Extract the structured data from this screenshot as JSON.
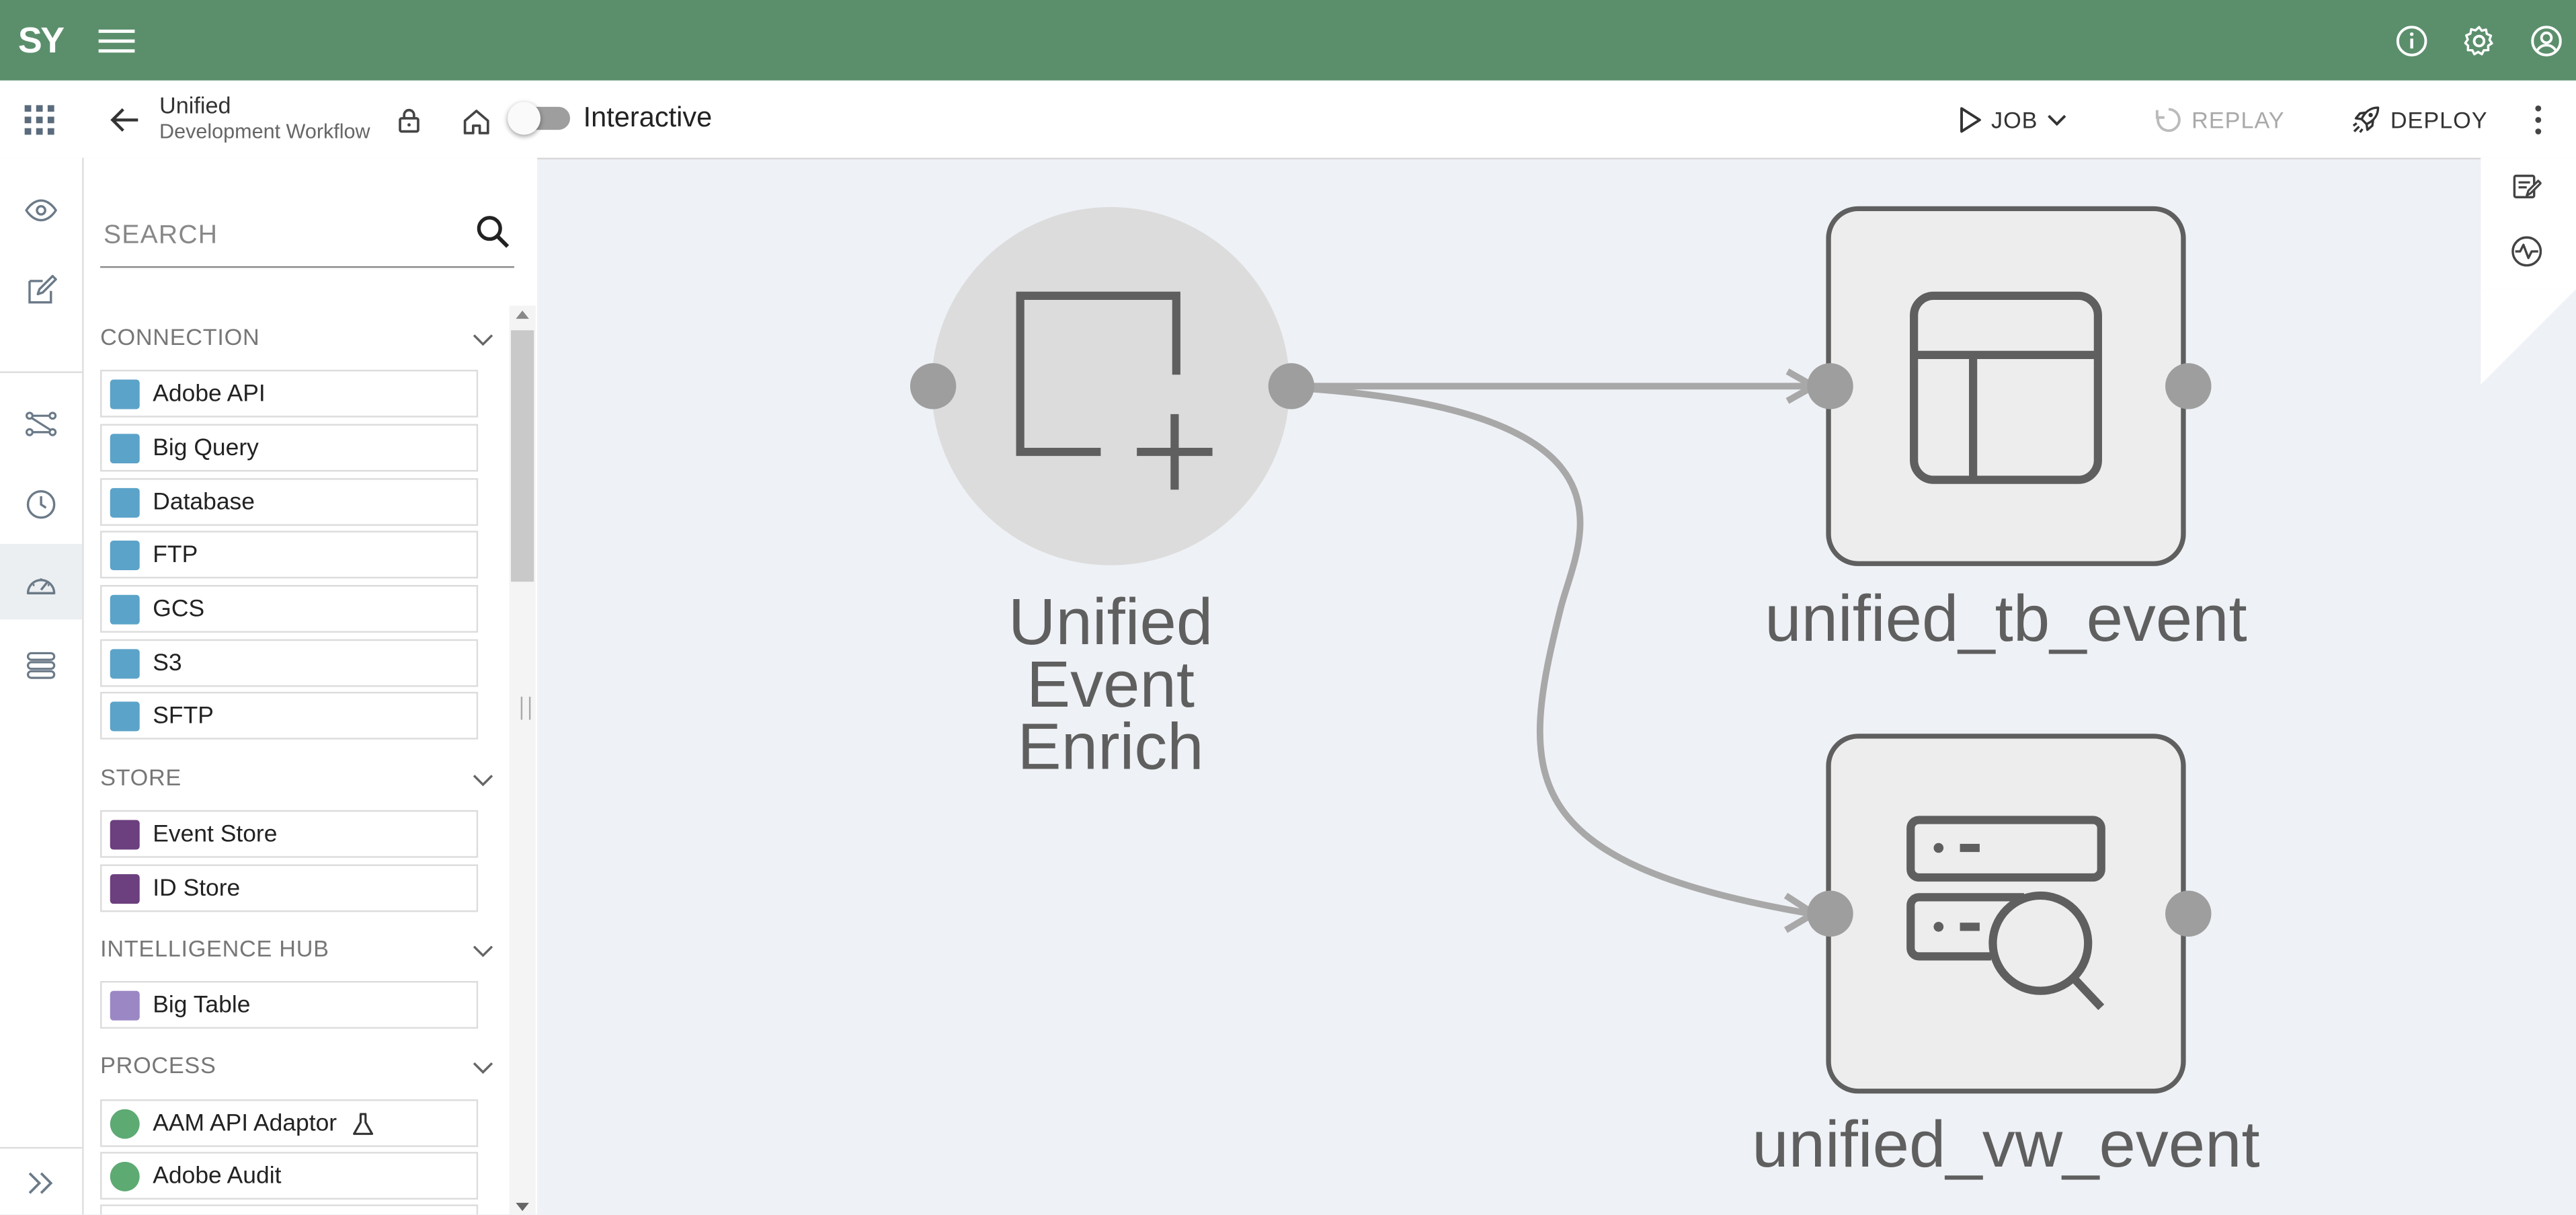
{
  "app": {
    "logo": "SY"
  },
  "workflow": {
    "title": "Unified",
    "subtitle": "Development Workflow",
    "toggle_label": "Interactive",
    "interactive": false
  },
  "header_actions": {
    "job": "JOB",
    "replay": "REPLAY",
    "deploy": "DEPLOY"
  },
  "palette": {
    "search_placeholder": "SEARCH",
    "categories": [
      {
        "title": "CONNECTION",
        "items": [
          "Adobe API",
          "Big Query",
          "Database",
          "FTP",
          "GCS",
          "S3",
          "SFTP"
        ]
      },
      {
        "title": "STORE",
        "items": [
          "Event Store",
          "ID Store"
        ]
      },
      {
        "title": "INTELLIGENCE HUB",
        "items": [
          "Big Table"
        ]
      },
      {
        "title": "PROCESS",
        "items": [
          "AAM API Adaptor",
          "Adobe Audit"
        ]
      }
    ]
  },
  "canvas": {
    "nodes": [
      {
        "label_lines": [
          "Unified",
          "Event",
          "Enrich"
        ],
        "kind": "process-add-icon"
      },
      {
        "label": "unified_tb_event",
        "kind": "table-icon"
      },
      {
        "label": "unified_vw_event",
        "kind": "view-search-icon"
      }
    ]
  },
  "colors": {
    "topbar": "#5b8f6c",
    "canvas_bg": "#eef1f5",
    "connection_icon": "#5ba3c9",
    "store_icon": "#6c3f7e",
    "hub_icon": "#9a87c4",
    "process_icon": "#5daa73"
  }
}
